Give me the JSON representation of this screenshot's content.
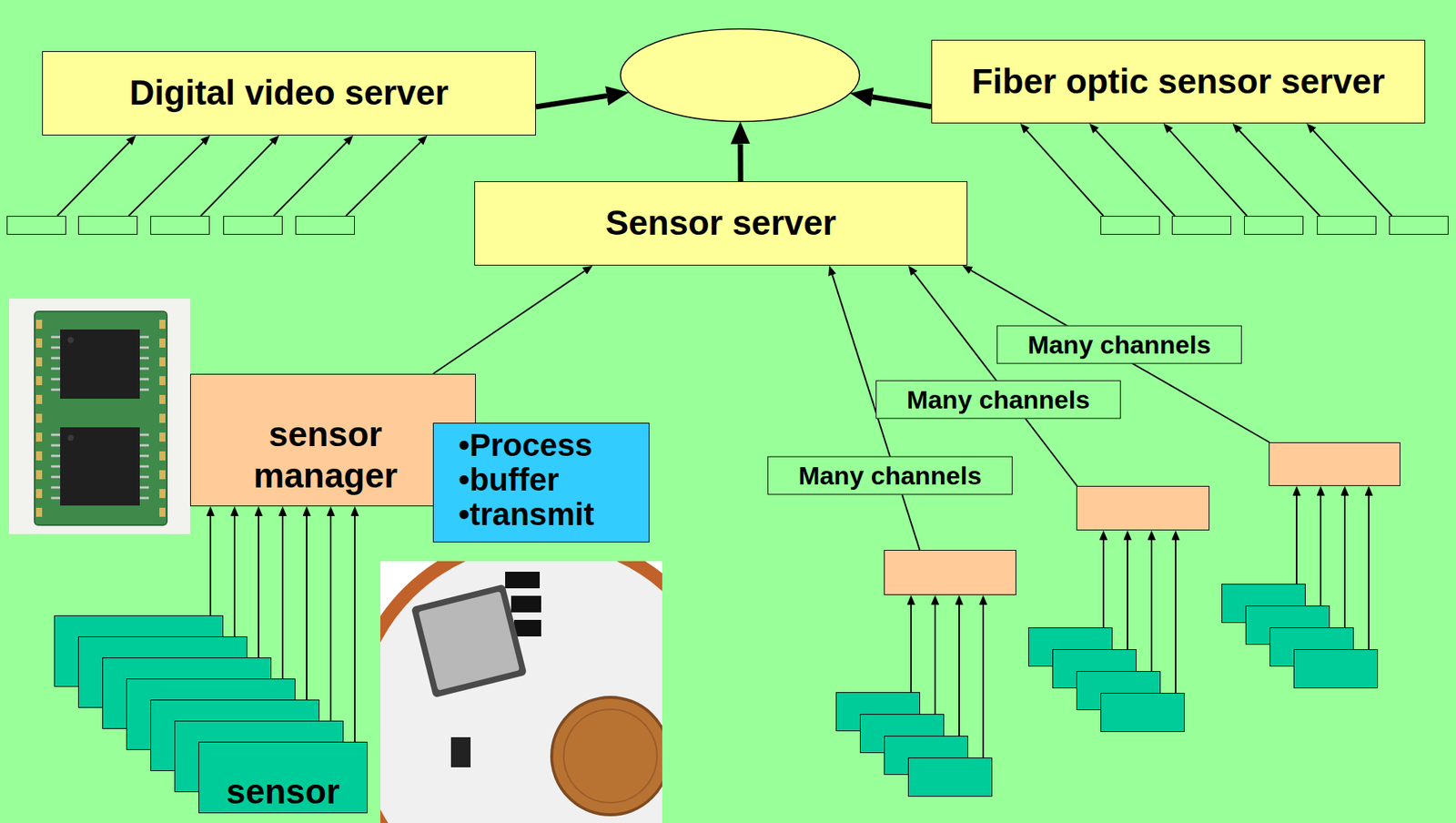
{
  "diagram": {
    "nodes": [
      {
        "text": [
          "Digital video server"
        ]
      },
      {
        "text": []
      },
      {
        "text": [
          "Fiber optic sensor server"
        ]
      },
      {
        "text": []
      },
      {
        "text": []
      },
      {
        "text": []
      },
      {
        "text": []
      },
      {
        "text": []
      },
      {
        "text": []
      },
      {
        "text": []
      },
      {
        "text": []
      },
      {
        "text": []
      },
      {
        "text": []
      },
      {
        "text": [
          "Sensor server"
        ]
      },
      {
        "text": [
          "sensor manager"
        ]
      },
      {
        "text": [
          "•Process",
          "•buffer",
          "•transmit"
        ]
      },
      {
        "text": []
      },
      {
        "text": []
      },
      {
        "text": []
      },
      {
        "text": []
      },
      {
        "text": []
      },
      {
        "text": []
      },
      {
        "text": []
      },
      {
        "text": []
      },
      {
        "text": []
      },
      {
        "text": [
          "sensor"
        ]
      },
      {
        "text": []
      },
      {
        "text": []
      },
      {
        "text": []
      },
      {
        "text": []
      },
      {
        "text": []
      },
      {
        "text": []
      },
      {
        "text": []
      },
      {
        "text": []
      },
      {
        "text": []
      },
      {
        "text": []
      },
      {
        "text": []
      },
      {
        "text": []
      }
    ],
    "edges": [
      {
        "from": 0,
        "to": 1,
        "arrow": "to"
      },
      {
        "from": 2,
        "to": 1,
        "arrow": "to"
      },
      {
        "from": 13,
        "to": 1,
        "arrow": "to"
      },
      {
        "from": 3,
        "to": 0,
        "arrow": "to"
      },
      {
        "from": 4,
        "to": 0,
        "arrow": "to"
      },
      {
        "from": 5,
        "to": 0,
        "arrow": "to"
      },
      {
        "from": 6,
        "to": 0,
        "arrow": "to"
      },
      {
        "from": 7,
        "to": 0,
        "arrow": "to"
      },
      {
        "from": 8,
        "to": 2,
        "arrow": "to"
      },
      {
        "from": 9,
        "to": 2,
        "arrow": "to"
      },
      {
        "from": 10,
        "to": 2,
        "arrow": "to"
      },
      {
        "from": 11,
        "to": 2,
        "arrow": "to"
      },
      {
        "from": 12,
        "to": 2,
        "arrow": "to"
      },
      {
        "from": 14,
        "to": 13,
        "arrow": "to"
      },
      {
        "from": 18,
        "to": 13,
        "arrow": "to",
        "label": "Many channels"
      },
      {
        "from": 17,
        "to": 13,
        "arrow": "to",
        "label": "Many channels"
      },
      {
        "from": 16,
        "to": 13,
        "arrow": "to",
        "label": "Many channels"
      },
      {
        "from": 19,
        "to": 14,
        "arrow": "to"
      },
      {
        "from": 20,
        "to": 14,
        "arrow": "to"
      },
      {
        "from": 21,
        "to": 14,
        "arrow": "to"
      },
      {
        "from": 22,
        "to": 14,
        "arrow": "to"
      },
      {
        "from": 23,
        "to": 14,
        "arrow": "to"
      },
      {
        "from": 24,
        "to": 14,
        "arrow": "to"
      },
      {
        "from": 25,
        "to": 14,
        "arrow": "to"
      },
      {
        "from": 26,
        "to": 16,
        "arrow": "to"
      },
      {
        "from": 27,
        "to": 16,
        "arrow": "to"
      },
      {
        "from": 28,
        "to": 16,
        "arrow": "to"
      },
      {
        "from": 29,
        "to": 16,
        "arrow": "to"
      },
      {
        "from": 30,
        "to": 17,
        "arrow": "to"
      },
      {
        "from": 31,
        "to": 17,
        "arrow": "to"
      },
      {
        "from": 32,
        "to": 17,
        "arrow": "to"
      },
      {
        "from": 33,
        "to": 17,
        "arrow": "to"
      },
      {
        "from": 34,
        "to": 18,
        "arrow": "to"
      },
      {
        "from": 35,
        "to": 18,
        "arrow": "to"
      },
      {
        "from": 36,
        "to": 18,
        "arrow": "to"
      },
      {
        "from": 37,
        "to": 18,
        "arrow": "to"
      }
    ]
  }
}
